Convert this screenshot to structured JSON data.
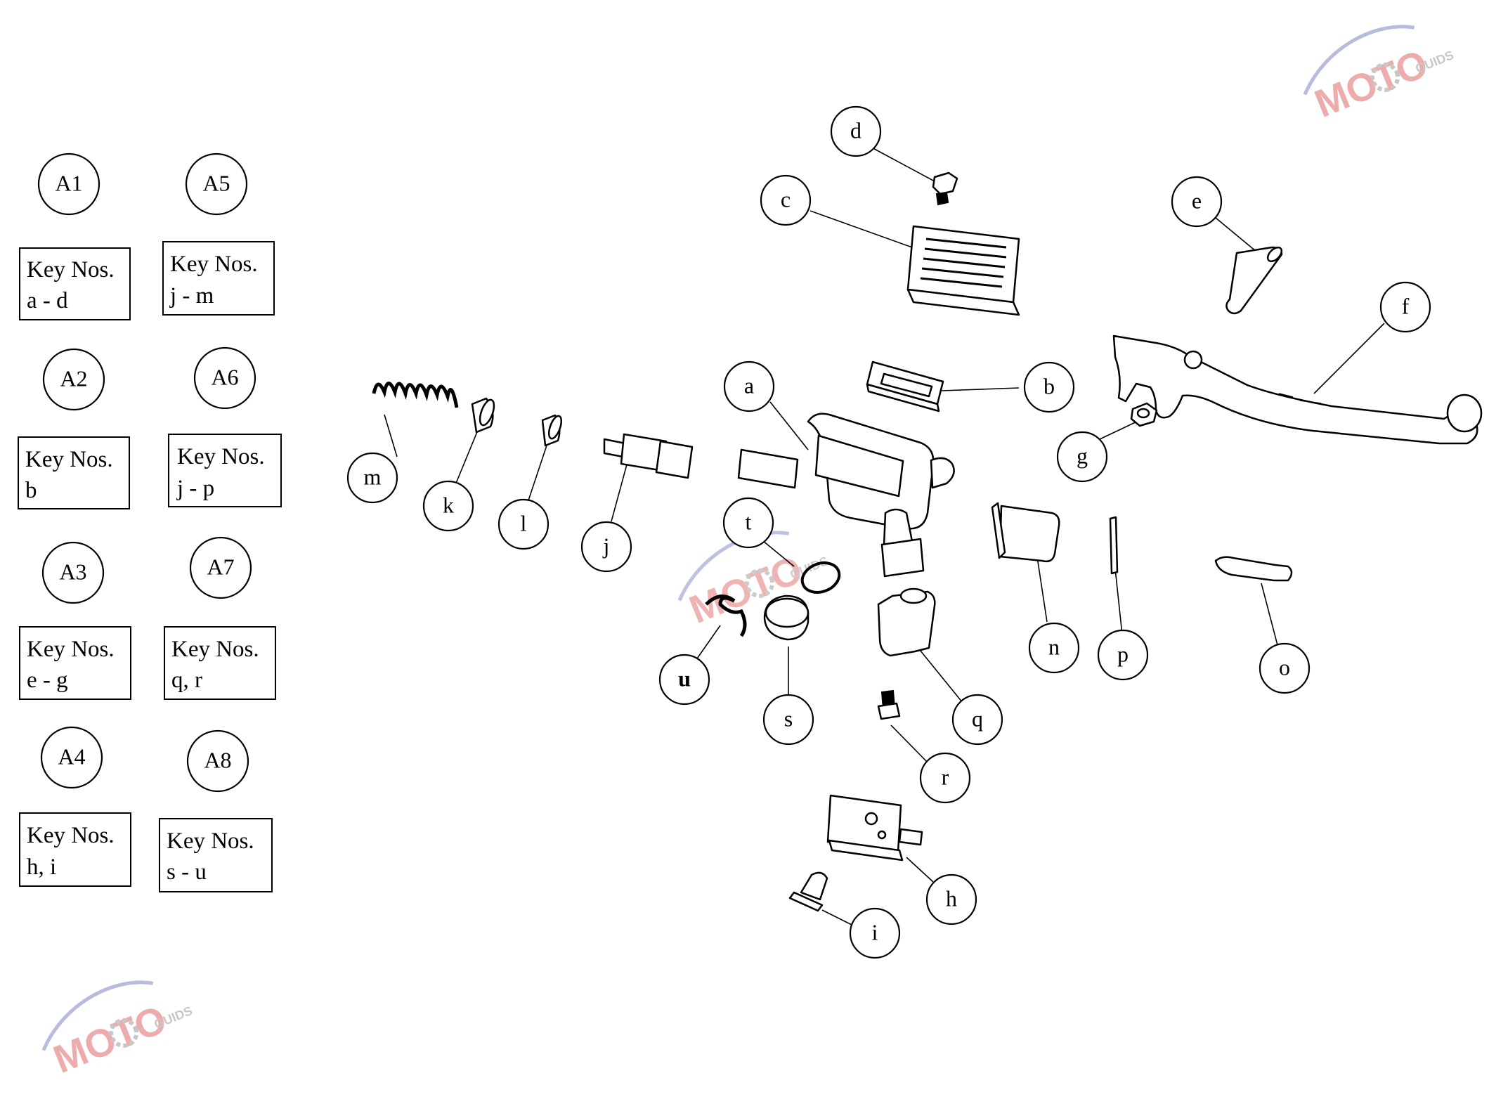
{
  "groups": [
    {
      "id": "A1",
      "key_label": "Key Nos.",
      "key_range": "a - d"
    },
    {
      "id": "A2",
      "key_label": "Key Nos.",
      "key_range": "b"
    },
    {
      "id": "A3",
      "key_label": "Key Nos.",
      "key_range": "e - g"
    },
    {
      "id": "A4",
      "key_label": "Key Nos.",
      "key_range": "h, i"
    },
    {
      "id": "A5",
      "key_label": "Key Nos.",
      "key_range": "j - m"
    },
    {
      "id": "A6",
      "key_label": "Key Nos.",
      "key_range": "j - p"
    },
    {
      "id": "A7",
      "key_label": "Key Nos.",
      "key_range": "q, r"
    },
    {
      "id": "A8",
      "key_label": "Key Nos.",
      "key_range": "s - u"
    }
  ],
  "callouts": {
    "a": "a",
    "b": "b",
    "c": "c",
    "d": "d",
    "e": "e",
    "f": "f",
    "g": "g",
    "h": "h",
    "i": "i",
    "j": "j",
    "k": "k",
    "l": "l",
    "m": "m",
    "n": "n",
    "o": "o",
    "p": "p",
    "q": "q",
    "r": "r",
    "s": "s",
    "t": "t",
    "u": "u"
  },
  "watermark": {
    "text": "MOTO",
    "subtext": "GUIDS",
    "colors": {
      "red": "#e06a6a",
      "blue": "#7d86c4",
      "gray": "#9a9a9a"
    }
  }
}
